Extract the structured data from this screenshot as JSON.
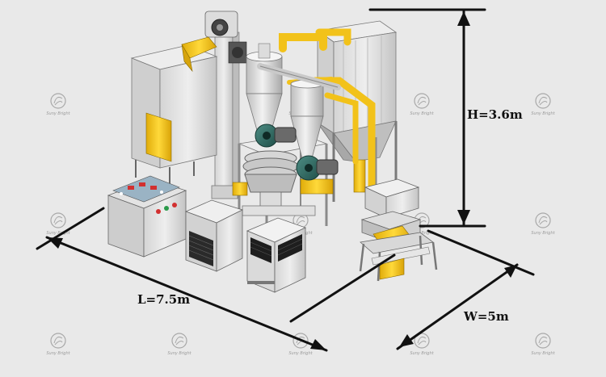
{
  "dimensions": {
    "height_label": "H=3.6m",
    "length_label": "L=7.5m",
    "width_label": "W=5m"
  },
  "watermark": {
    "text": "Suny Bright",
    "icon": "swirl-logo-icon"
  },
  "colors": {
    "background": "#e9e9e9",
    "machine_light": "#e4e4e4",
    "machine_mid": "#c8c8c8",
    "machine_dark": "#8a8a8a",
    "accent_yellow": "#f2c21a",
    "blower_teal": "#2f6f66",
    "dimension_line": "#111111",
    "control_panel_red": "#d23030"
  }
}
